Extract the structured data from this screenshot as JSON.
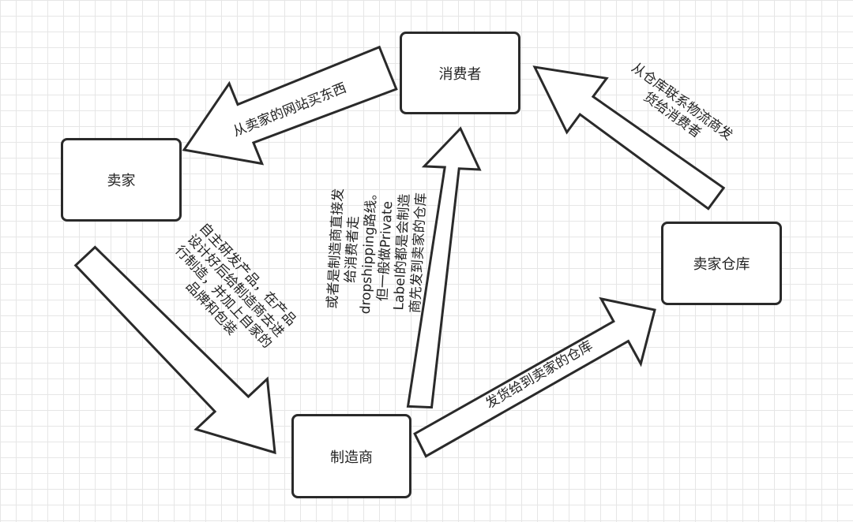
{
  "nodes": {
    "consumer": "消费者",
    "seller": "卖家",
    "warehouse": "卖家仓库",
    "manufacturer": "制造商"
  },
  "edges": {
    "consumer_to_seller": "从卖家的网站买东西",
    "warehouse_to_consumer": [
      "从仓库联系物流商发",
      "货给消费者"
    ],
    "seller_to_manufacturer": [
      "自主研发产品，在产品",
      "设计好后给制造商去进",
      "行制造，并加上自家的",
      "品牌和包装"
    ],
    "manufacturer_to_consumer": [
      "或者是制造商直接发",
      "给消费者走",
      "dropshipping路线。",
      "但一般做Private",
      "Label的都是会制造",
      "商先发到卖家的仓库"
    ],
    "manufacturer_to_warehouse": "发货给到卖家的仓库"
  }
}
